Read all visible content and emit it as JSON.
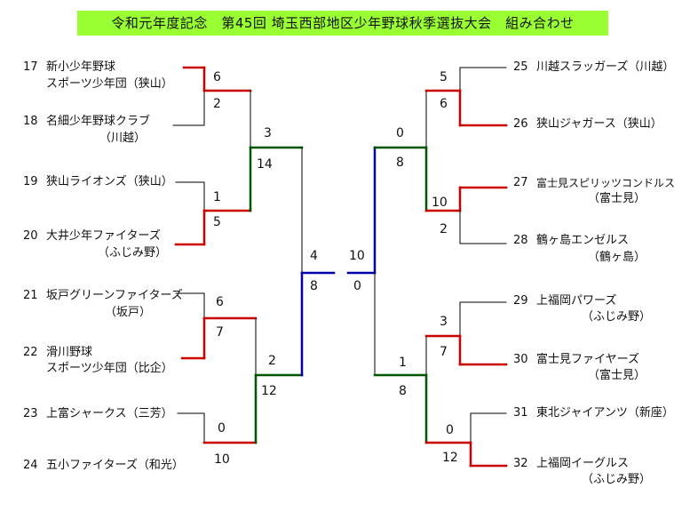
{
  "title": "令和元年度記念　第45回 埼玉西部地区少年野球秋季選抜大会　組み合わせ",
  "colors": {
    "title_bg": "#99ff33",
    "win_r1": "#cc0000",
    "win_r2": "#005500",
    "win_final": "#0000aa",
    "lose": "#000000"
  },
  "teams": [
    {
      "no": "17",
      "line1": "新小少年野球",
      "line2": "スポーツ少年団（狭山）"
    },
    {
      "no": "18",
      "line1": "名細少年野球クラブ",
      "line2": "（川越）"
    },
    {
      "no": "19",
      "line1": "狭山ライオンズ（狭山）",
      "line2": ""
    },
    {
      "no": "20",
      "line1": "大井少年ファイターズ",
      "line2": "（ふじみ野）"
    },
    {
      "no": "21",
      "line1": "坂戸グリーンファイターズ",
      "line2": "（坂戸）"
    },
    {
      "no": "22",
      "line1": "滑川野球",
      "line2": "スポーツ少年団（比企）"
    },
    {
      "no": "23",
      "line1": "上富シャークス（三芳）",
      "line2": ""
    },
    {
      "no": "24",
      "line1": "五小ファイターズ（和光）",
      "line2": ""
    },
    {
      "no": "25",
      "line1": "川越スラッガーズ（川越）",
      "line2": ""
    },
    {
      "no": "26",
      "line1": "狭山ジャガース（狭山）",
      "line2": ""
    },
    {
      "no": "27",
      "line1": "富士見スピリッツコンドルス",
      "line2": "（富士見）"
    },
    {
      "no": "28",
      "line1": "鶴ヶ島エンゼルス",
      "line2": "（鶴ヶ島）"
    },
    {
      "no": "29",
      "line1": "上福岡パワーズ",
      "line2": "（ふじみ野）"
    },
    {
      "no": "30",
      "line1": "富士見ファイヤーズ",
      "line2": "（富士見）"
    },
    {
      "no": "31",
      "line1": "東北ジャイアンツ（新座）",
      "line2": ""
    },
    {
      "no": "32",
      "line1": "上福岡イーグルス",
      "line2": "（ふじみ野）"
    }
  ],
  "scores": [
    "6",
    "2",
    "1",
    "5",
    "3",
    "14",
    "6",
    "7",
    "0",
    "10",
    "2",
    "12",
    "4",
    "8",
    "10",
    "0",
    "5",
    "6",
    "10",
    "2",
    "0",
    "8",
    "3",
    "7",
    "0",
    "12",
    "1",
    "8"
  ]
}
